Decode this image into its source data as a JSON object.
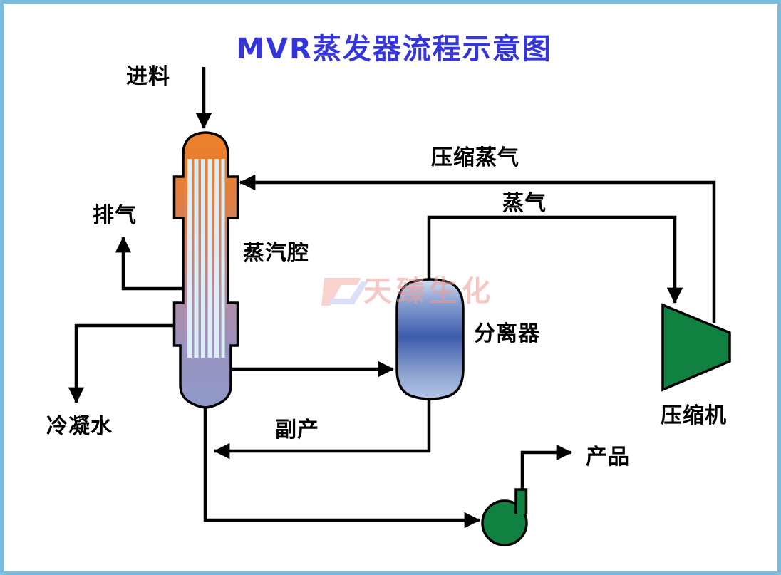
{
  "title": {
    "text": "MVR蒸发器流程示意图",
    "color": "#3535DD"
  },
  "labels": {
    "feed": "进料",
    "exhaust": "排气",
    "steam_chamber": "蒸汽腔",
    "condensate": "冷凝水",
    "compressed_steam": "压缩蒸气",
    "steam": "蒸气",
    "separator": "分离器",
    "compressor": "压缩机",
    "byproduct": "副产",
    "product": "产品"
  },
  "watermark": {
    "text": "天臻生化",
    "logo": "tz-monogram",
    "text_color": "#EE9B96"
  },
  "colors": {
    "frame_border": "#7ABCDE",
    "line": "#000000",
    "title_blue": "#3535DD",
    "evaporator_top_orange": "#EC7F2B",
    "evaporator_bottom_purple": "#8F97C6",
    "tube_stripe": "#DBEDF4",
    "separator_dark_blue": "#3E5CAB",
    "separator_light_blue": "#D5E2F4",
    "equipment_green": "#118142"
  }
}
